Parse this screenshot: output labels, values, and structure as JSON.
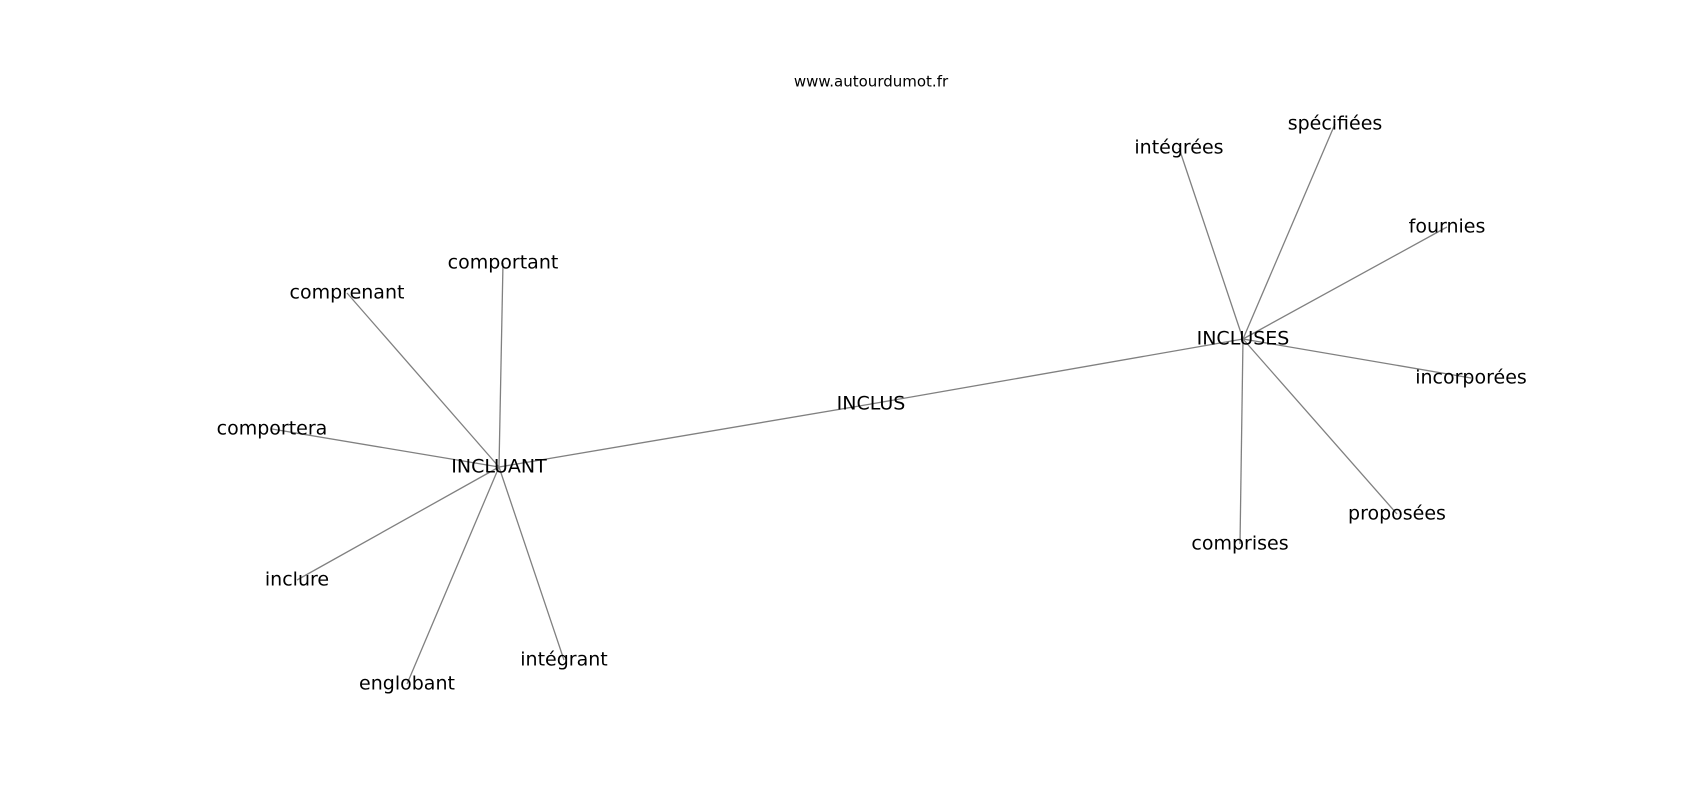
{
  "watermark": "www.autourdumot.fr",
  "colors": {
    "edge": "#808080",
    "label": "#000000",
    "background": "#ffffff"
  },
  "nodes": [
    {
      "id": "INCLUS",
      "label": "INCLUS"
    },
    {
      "id": "INCLUANT",
      "label": "INCLUANT"
    },
    {
      "id": "INCLUSES",
      "label": "INCLUSES"
    },
    {
      "id": "comportant",
      "label": "comportant"
    },
    {
      "id": "comprenant",
      "label": "comprenant"
    },
    {
      "id": "comportera",
      "label": "comportera"
    },
    {
      "id": "inclure",
      "label": "inclure"
    },
    {
      "id": "englobant",
      "label": "englobant"
    },
    {
      "id": "integrant",
      "label": "intégrant"
    },
    {
      "id": "integrees",
      "label": "intégrées"
    },
    {
      "id": "specifiees",
      "label": "spécifiées"
    },
    {
      "id": "fournies",
      "label": "fournies"
    },
    {
      "id": "incorporees",
      "label": "incorporées"
    },
    {
      "id": "proposees",
      "label": "proposées"
    },
    {
      "id": "comprises",
      "label": "comprises"
    }
  ],
  "edges": [
    [
      "INCLUS",
      "INCLUANT"
    ],
    [
      "INCLUS",
      "INCLUSES"
    ],
    [
      "INCLUANT",
      "comportant"
    ],
    [
      "INCLUANT",
      "comprenant"
    ],
    [
      "INCLUANT",
      "comportera"
    ],
    [
      "INCLUANT",
      "inclure"
    ],
    [
      "INCLUANT",
      "englobant"
    ],
    [
      "INCLUANT",
      "integrant"
    ],
    [
      "INCLUSES",
      "integrees"
    ],
    [
      "INCLUSES",
      "specifiees"
    ],
    [
      "INCLUSES",
      "fournies"
    ],
    [
      "INCLUSES",
      "incorporees"
    ],
    [
      "INCLUSES",
      "proposees"
    ],
    [
      "INCLUSES",
      "comprises"
    ]
  ]
}
